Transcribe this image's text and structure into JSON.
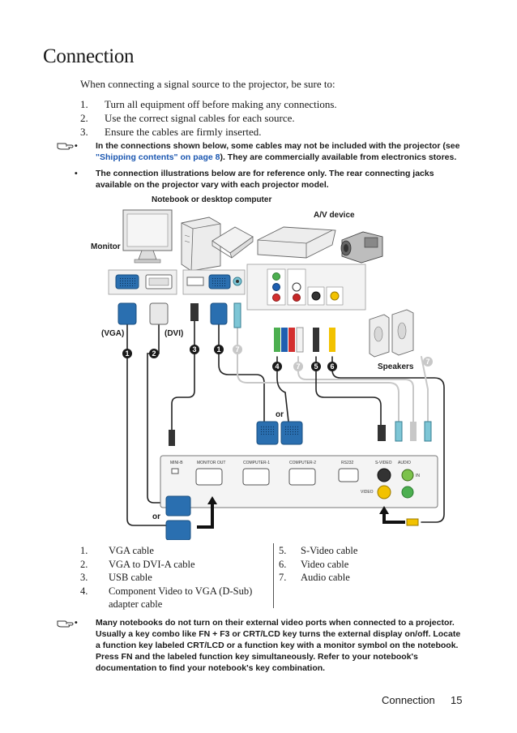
{
  "title": "Connection",
  "intro": "When connecting a signal source to the projector, be sure to:",
  "steps": [
    {
      "num": "1.",
      "text": "Turn all equipment off before making any connections."
    },
    {
      "num": "2.",
      "text": "Use the correct signal cables for each source."
    },
    {
      "num": "3.",
      "text": "Ensure the cables are firmly inserted."
    }
  ],
  "notes_top": {
    "bullet1_line1": "In the connections shown below, some cables may not be included with the projector (see",
    "bullet1_link": "\"Shipping contents\" on page 8",
    "bullet1_line2_rest": "). They are commercially available from electronics stores.",
    "bullet2_line1": "The connection illustrations below are for reference only. The rear connecting jacks",
    "bullet2_line2": "available on the projector vary with each projector model."
  },
  "bullet_char": "•",
  "diagram": {
    "labels": {
      "computer": "Notebook or desktop computer",
      "av_device": "A/V device",
      "monitor": "Monitor",
      "vga": "(VGA)",
      "dvi": "(DVI)",
      "speakers": "Speakers",
      "or": "or"
    },
    "panel_ports": {
      "mini_b": "MINI-B",
      "monitor_out": "MONITOR OUT",
      "computer1": "COMPUTER-1",
      "computer2": "COMPUTER-2",
      "rs232": "RS232",
      "svideo": "S-VIDEO",
      "audio": "AUDIO",
      "in": "IN",
      "video": "VIDEO"
    },
    "cable_numbers": [
      "1",
      "2",
      "3",
      "1",
      "7",
      "4",
      "7",
      "5",
      "6",
      "7"
    ]
  },
  "legend_left": [
    {
      "num": "1.",
      "text": "VGA cable"
    },
    {
      "num": "2.",
      "text": "VGA to DVI-A cable"
    },
    {
      "num": "3.",
      "text": "USB cable"
    },
    {
      "num": "4.",
      "text": "Component Video to VGA (D-Sub)"
    },
    {
      "num": "",
      "text": "adapter cable"
    }
  ],
  "legend_right": [
    {
      "num": "5.",
      "text": "S-Video cable"
    },
    {
      "num": "6.",
      "text": "Video cable"
    },
    {
      "num": "7.",
      "text": "Audio cable"
    }
  ],
  "note_bottom": {
    "line1": "Many notebooks do not turn on their external video ports when connected to a projector.",
    "line2": "Usually a key combo like FN + F3 or CRT/LCD key turns the external display on/off. Locate",
    "line3": "a function key labeled CRT/LCD or a function key with a monitor symbol on the notebook.",
    "line4": "Press FN and the labeled function key simultaneously. Refer to your notebook's",
    "line5": "documentation to find your notebook's key combination."
  },
  "footer": {
    "section": "Connection",
    "page": "15"
  },
  "colors": {
    "vga_blue": "#2a6fb0",
    "link": "#1a56b0",
    "cable_gray": "#c8c8c8"
  }
}
